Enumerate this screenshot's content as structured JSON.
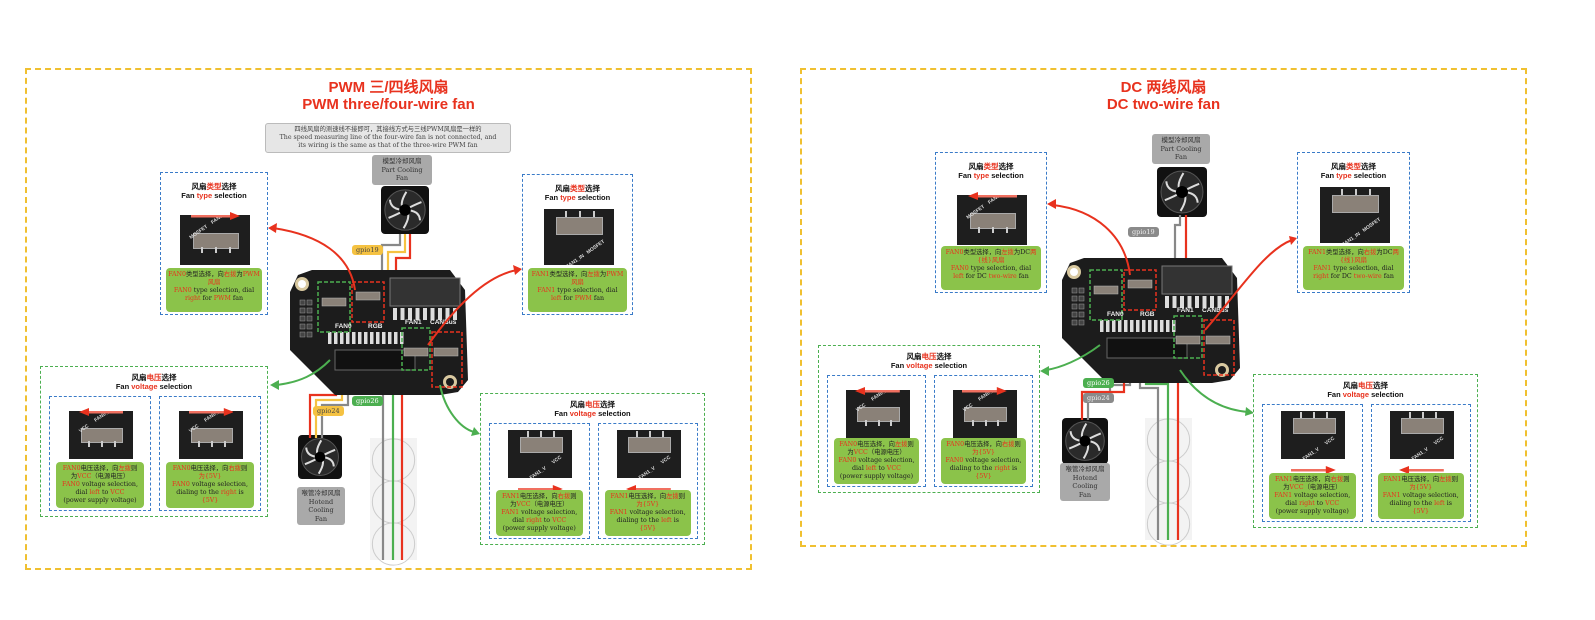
{
  "panels": [
    {
      "title_cn": "PWM 三/四线风扇",
      "title_en": "PWM three/four-wire fan",
      "note": [
        "四线风扇的测速线不接即可，其接线方式与三线PWM风扇是一样的",
        "The speed measuring line of the four-wire fan is not connected, and",
        "its wiring is the same as that of the three-wire PWM fan"
      ],
      "part_fan_label": [
        "模型冷却风扇",
        "Part Cooling",
        "Fan"
      ],
      "hotend_fan_label": [
        "喉管冷却风扇",
        "Hotend Cooling",
        "Fan"
      ],
      "gpio": {
        "part": "gpio19",
        "hotend": "gpio24",
        "rgb": "gpio26"
      },
      "board_labels": [
        "FAN0",
        "RGB",
        "FAN1",
        "CANBus"
      ],
      "type_boxes": [
        {
          "title_cn": "风扇{类型}选择",
          "title_en": "Fan {type} selection",
          "switch_labels": [
            "MOSFET",
            "FAN0_IN PWM"
          ],
          "arrow": "right",
          "caption": [
            "{FAN0}类型选择，向{右拨}为{PWM}",
            "风扇",
            "{FAN0} type selection, dial",
            "{right} for {PWM} fan"
          ]
        },
        {
          "title_cn": "风扇{类型}选择",
          "title_en": "Fan {type} selection",
          "switch_labels": [
            "PWM",
            "FAN1_IN",
            "MOSFET"
          ],
          "arrow": "left",
          "caption": [
            "{FAN1}类型选择，向{左拨}为{PWM}",
            "风扇",
            "{FAN1} type selection, dial",
            "{left} for {PWM} fan"
          ]
        }
      ],
      "voltage_groups": [
        {
          "title_cn": "风扇{电压}选择",
          "title_en": "Fan {voltage} selection",
          "items": [
            {
              "arrow": "left",
              "switch_labels": [
                "VCC",
                "FAN0_V",
                "5V"
              ],
              "caption": [
                "{FAN0}电压选择，向{左拨}则",
                "为{VCC}（电源电压）",
                "{FAN0} voltage selection,",
                "dial {left}  to {VCC}",
                "(power supply voltage)"
              ]
            },
            {
              "arrow": "right",
              "switch_labels": [
                "VCC",
                "FAN0_V",
                "5V"
              ],
              "caption": [
                "{FAN0}电压选择，向{右拨}则",
                "为{5V}",
                "{FAN0} voltage selection,",
                "dialing to the {right} is",
                "{5V}"
              ]
            }
          ]
        },
        {
          "title_cn": "风扇{电压}选择",
          "title_en": "Fan {voltage} selection",
          "items": [
            {
              "arrow": "right",
              "switch_labels": [
                "5V",
                "FAN1_V",
                "VCC"
              ],
              "caption": [
                "{FAN1}电压选择，向{右拨}则",
                "为{VCC}（电源电压）",
                "{FAN1} voltage selection,",
                "dial {right} to {VCC}",
                "(power supply voltage)"
              ]
            },
            {
              "arrow": "left",
              "switch_labels": [
                "5V",
                "FAN1_V",
                "VCC"
              ],
              "caption": [
                "{FAN1}电压选择，向{左拨}则",
                "为{5V}",
                "{FAN1} voltage selection,",
                "dialing to the {left} is",
                "{5V}"
              ]
            }
          ]
        }
      ]
    },
    {
      "title_cn": "DC 两线风扇",
      "title_en": "DC two-wire fan",
      "part_fan_label": [
        "模型冷却风扇",
        "Part Cooling",
        "Fan"
      ],
      "hotend_fan_label": [
        "喉管冷却风扇",
        "Hotend Cooling",
        "Fan"
      ],
      "gpio": {
        "part": "gpio19",
        "hotend": "gpio24",
        "rgb": "gpio26"
      },
      "board_labels": [
        "FAN0",
        "RGB",
        "FAN1",
        "CANBus"
      ],
      "type_boxes": [
        {
          "title_cn": "风扇{类型}选择",
          "title_en": "Fan {type} selection",
          "switch_labels": [
            "MOSFET",
            "FAN0_IN PWM"
          ],
          "arrow": "left",
          "caption": [
            "{FAN0}类型选择，向{左拨}为DC{两}",
            "{线}风扇",
            "{FAN0} type selection, dial",
            "{left} for DC {two-wire} fan"
          ]
        },
        {
          "title_cn": "风扇{类型}选择",
          "title_en": "Fan {type} selection",
          "switch_labels": [
            "PWM",
            "FAN1_IN",
            "MOSFET"
          ],
          "arrow": "right",
          "caption": [
            "{FAN1}类型选择，向{右拨}为DC{两}",
            "{线}风扇",
            "{FAN1} type selection, dial",
            "{right} for DC {two-wire} fan"
          ]
        }
      ],
      "voltage_groups": [
        {
          "title_cn": "风扇{电压}选择",
          "title_en": "Fan {voltage} selection",
          "items": [
            {
              "arrow": "left",
              "switch_labels": [
                "VCC",
                "FAN0_V",
                "5V"
              ],
              "caption": [
                "{FAN0}电压选择，向{左拨}则",
                "为{VCC}（电源电压）",
                "{FAN0} voltage selection,",
                "dial {left}  to {VCC}",
                "(power supply voltage)"
              ]
            },
            {
              "arrow": "right",
              "switch_labels": [
                "VCC",
                "FAN0_V",
                "5V"
              ],
              "caption": [
                "{FAN0}电压选择，向{右拨}则",
                "为{5V}",
                "{FAN0} voltage selection,",
                "dialing to the {right} is",
                "{5V}"
              ]
            }
          ]
        },
        {
          "title_cn": "风扇{电压}选择",
          "title_en": "Fan {voltage} selection",
          "items": [
            {
              "arrow": "right",
              "switch_labels": [
                "5V",
                "FAN1_V",
                "VCC"
              ],
              "caption": [
                "{FAN1}电压选择，向{右拨}则",
                "为{VCC}（电源电压）",
                "{FAN1} voltage selection,",
                "dial {right} to {VCC}",
                "(power supply voltage)"
              ]
            },
            {
              "arrow": "left",
              "switch_labels": [
                "5V",
                "FAN1_V",
                "VCC"
              ],
              "caption": [
                "{FAN1}电压选择，向{左拨}则",
                "为{5V}",
                "{FAN1} voltage selection,",
                "dialing to the {left} is",
                "{5V}"
              ]
            }
          ]
        }
      ]
    }
  ],
  "colors": {
    "panel_border": "#f0c030",
    "title": "#e8321e",
    "caption_bg": "#8bc34a",
    "type_border": "#3a7bc8",
    "voltage_border": "#4caf50",
    "gpio_yellow": "#f5c242",
    "gpio_green": "#4caf50",
    "gpio_gray": "#8a8a8a"
  }
}
